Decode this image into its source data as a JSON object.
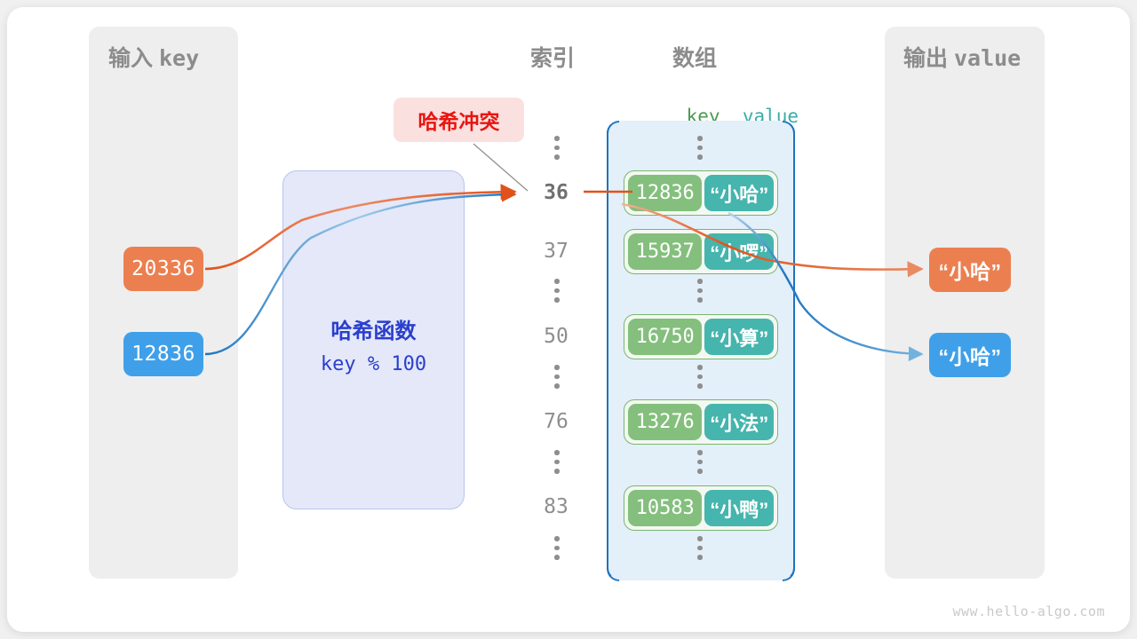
{
  "diagram": {
    "watermark": "www.hello-algo.com",
    "collision_badge": "哈希冲突",
    "colors": {
      "orange": "#ec7f50",
      "blue": "#3fa0e9",
      "key_green": "#84bf7d",
      "value_teal": "#45b5ae",
      "array_border": "#1f74bf",
      "array_fill": "#e3eff9",
      "hash_text": "#2a3fcd",
      "badge_text": "#e8150f",
      "panel_gray": "#eeeeee"
    }
  },
  "input_panel": {
    "title_cjk": "输入",
    "title_mono": "key",
    "keys": [
      {
        "value": "20336",
        "color": "orange"
      },
      {
        "value": "12836",
        "color": "blue"
      }
    ]
  },
  "hash_function": {
    "title": "哈希函数",
    "expression": "key % 100"
  },
  "index_column": {
    "header": "索引",
    "entries": [
      "36",
      "37",
      "50",
      "76",
      "83"
    ],
    "highlighted": "36"
  },
  "array_panel": {
    "header": "数组",
    "key_header": "key",
    "value_header": "value",
    "buckets": [
      {
        "index": "36",
        "key": "12836",
        "value": "“小哈”"
      },
      {
        "index": "37",
        "key": "15937",
        "value": "“小啰”"
      },
      {
        "index": "50",
        "key": "16750",
        "value": "“小算”"
      },
      {
        "index": "76",
        "key": "13276",
        "value": "“小法”"
      },
      {
        "index": "83",
        "key": "10583",
        "value": "“小鸭”"
      }
    ]
  },
  "output_panel": {
    "title_cjk": "输出",
    "title_mono": "value",
    "values": [
      {
        "value": "“小哈”",
        "color": "orange"
      },
      {
        "value": "“小哈”",
        "color": "blue"
      }
    ]
  }
}
